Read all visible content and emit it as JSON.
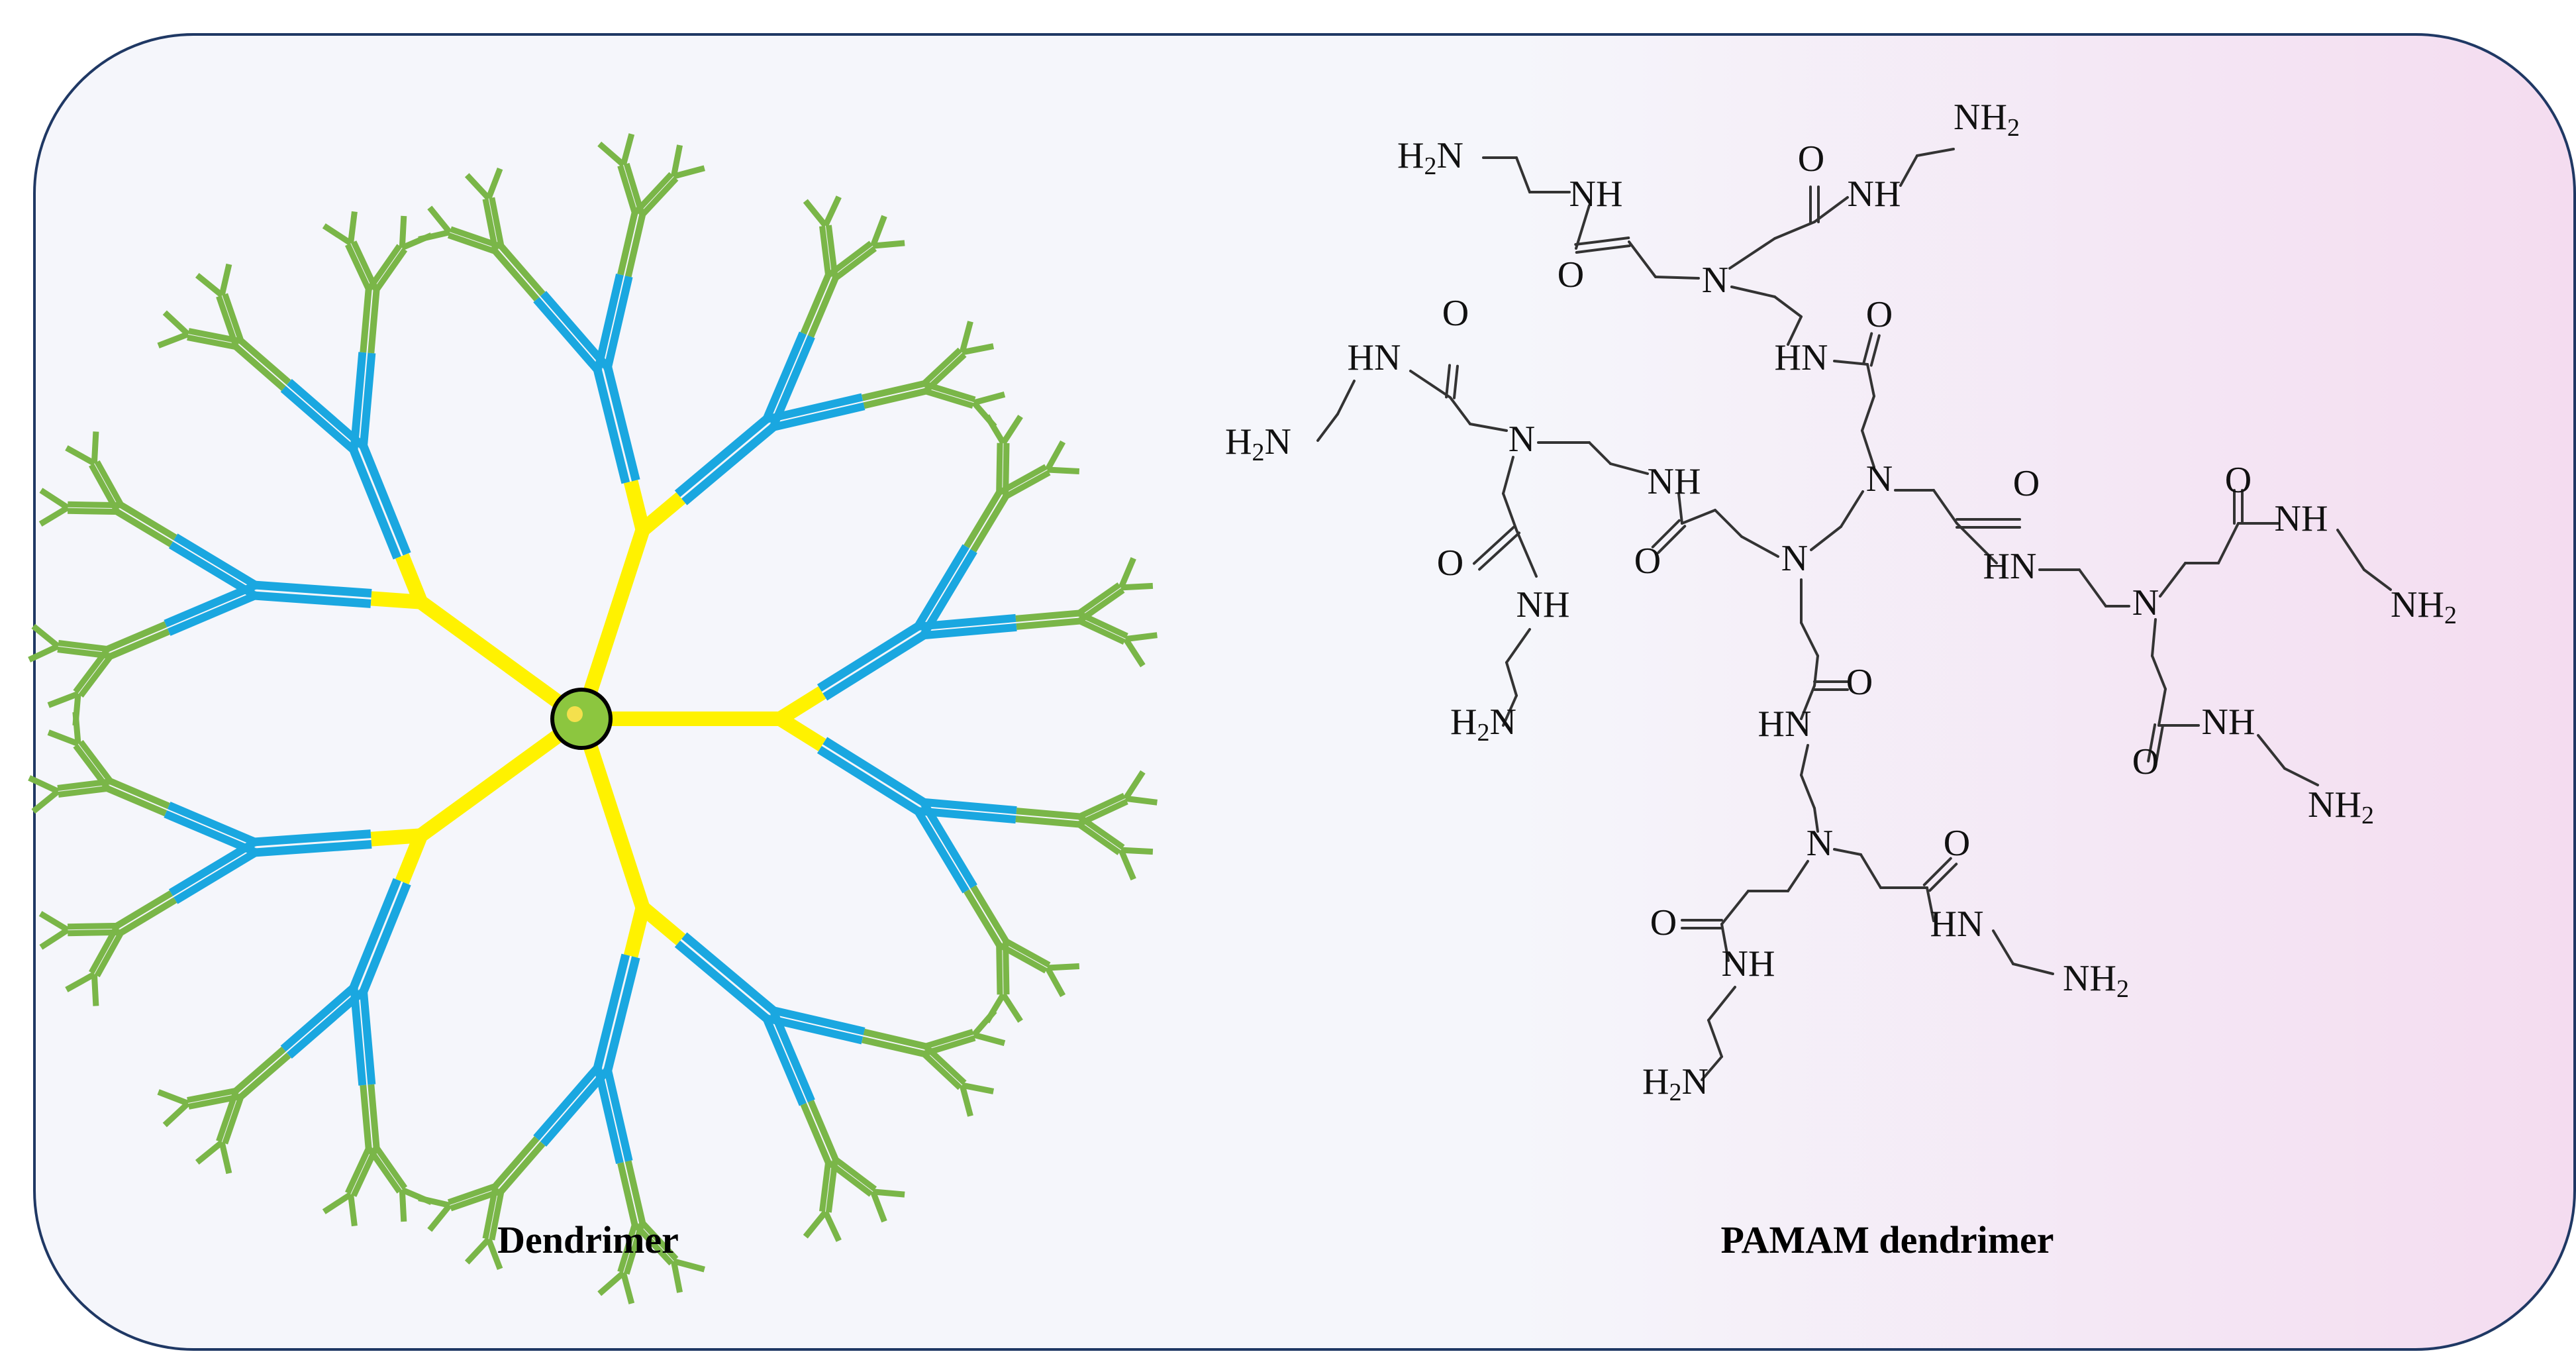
{
  "captions": {
    "left": "Dendrimer",
    "right": "PAMAM dendrimer"
  },
  "colors": {
    "panel_left": "#f5f6fb",
    "panel_right": "#f4dcf0",
    "panel_border": "#1f3864",
    "core_fill": "#8cc63f",
    "generation_0": "#fff200",
    "generation_1": "#1aa7e0",
    "generation_2": "#7ab648",
    "bond": "#333333"
  },
  "structure": {
    "dendrimer": {
      "arm_count": 5,
      "generations": 3
    },
    "atom_labels": [
      "H2N",
      "NH2",
      "NH",
      "HN",
      "N",
      "O"
    ]
  }
}
